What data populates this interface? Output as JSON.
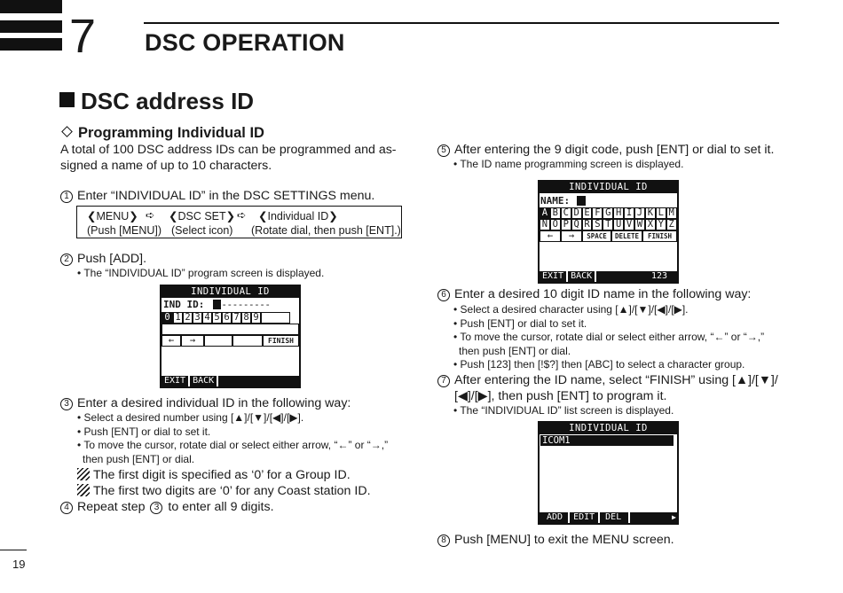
{
  "chapter": {
    "number": "7",
    "title": "DSC OPERATION"
  },
  "section": {
    "title": "DSC address ID"
  },
  "subsection": {
    "title": "Programming Individual ID"
  },
  "intro": [
    "A total of 100 DSC address IDs can be programmed and as-",
    "signed a name of up to 10 characters."
  ],
  "step1": {
    "num": "1",
    "text": "Enter “INDIVIDUAL ID” in the DSC SETTINGS menu."
  },
  "menu_box": {
    "menu": "❮MENU❯",
    "arrow": "➪",
    "dscset": "❮DSC SET❯",
    "indid": "❮Individual ID❯",
    "push_menu": "(Push [MENU])",
    "select_icon": "(Select icon)",
    "rotate": "(Rotate dial, then push [ENT].)"
  },
  "step2": {
    "num": "2",
    "text": "Push [ADD].",
    "bullet": "• The “INDIVIDUAL ID” program screen is displayed."
  },
  "lcd1": {
    "title": "INDIVIDUAL ID",
    "label": "IND ID:",
    "value": "---------",
    "digits": [
      "0",
      "1",
      "2",
      "3",
      "4",
      "5",
      "6",
      "7",
      "8",
      "9"
    ],
    "left": "←",
    "right": "→",
    "finish": "FINISH",
    "soft_exit": "EXIT",
    "soft_back": "BACK"
  },
  "step3": {
    "num": "3",
    "text": "Enter a desired individual ID in the following way:",
    "bullets": [
      "• Select a desired number using [▲]/[▼]/[◀]/[▶].",
      "• Push [ENT] or dial to set it.",
      "• To move the cursor, rotate dial or select either arrow, “←” or “→,”",
      "then push [ENT] or dial."
    ],
    "notes": [
      "The first digit is specified as ‘0’ for a Group ID.",
      "The first two digits are ‘0’ for any Coast station ID."
    ]
  },
  "step4": {
    "num": "4",
    "text": "Repeat step",
    "ref": "3",
    "tail": "to enter all 9 digits."
  },
  "step5": {
    "num": "5",
    "text": "After entering the 9 digit code, push [ENT] or dial to set it.",
    "bullet": "• The ID name programming screen is displayed."
  },
  "lcd2": {
    "title": "INDIVIDUAL ID",
    "label": "NAME:",
    "row1": [
      "A",
      "B",
      "C",
      "D",
      "E",
      "F",
      "G",
      "H",
      "I",
      "J",
      "K",
      "L",
      "M"
    ],
    "row2": [
      "N",
      "O",
      "P",
      "Q",
      "R",
      "S",
      "T",
      "U",
      "V",
      "W",
      "X",
      "Y",
      "Z"
    ],
    "left": "←",
    "right": "→",
    "space": "SPACE",
    "delete": "DELETE",
    "finish": "FINISH",
    "soft_exit": "EXIT",
    "soft_back": "BACK",
    "soft_123": "123"
  },
  "step6": {
    "num": "6",
    "text": "Enter a desired 10 digit ID name in the following way:",
    "bullets": [
      "• Select a desired character using [▲]/[▼]/[◀]/[▶].",
      "• Push [ENT] or dial to set it.",
      "• To move the cursor, rotate dial or select either arrow, “←” or “→,”",
      "then push [ENT] or dial.",
      "• Push [123] then [!$?] then [ABC] to select a character group."
    ]
  },
  "step7": {
    "num": "7",
    "lines": [
      "After entering the ID name, select “FINISH” using [▲]/[▼]/",
      "[◀]/[▶], then push [ENT] to program it."
    ],
    "bullet": "• The “INDIVIDUAL ID” list screen is displayed."
  },
  "lcd3": {
    "title": "INDIVIDUAL ID",
    "entry": "ICOM1",
    "soft_add": "ADD",
    "soft_edit": "EDIT",
    "soft_del": "DEL"
  },
  "step8": {
    "num": "8",
    "text": "Push [MENU] to exit the MENU screen."
  },
  "page_number": "19"
}
